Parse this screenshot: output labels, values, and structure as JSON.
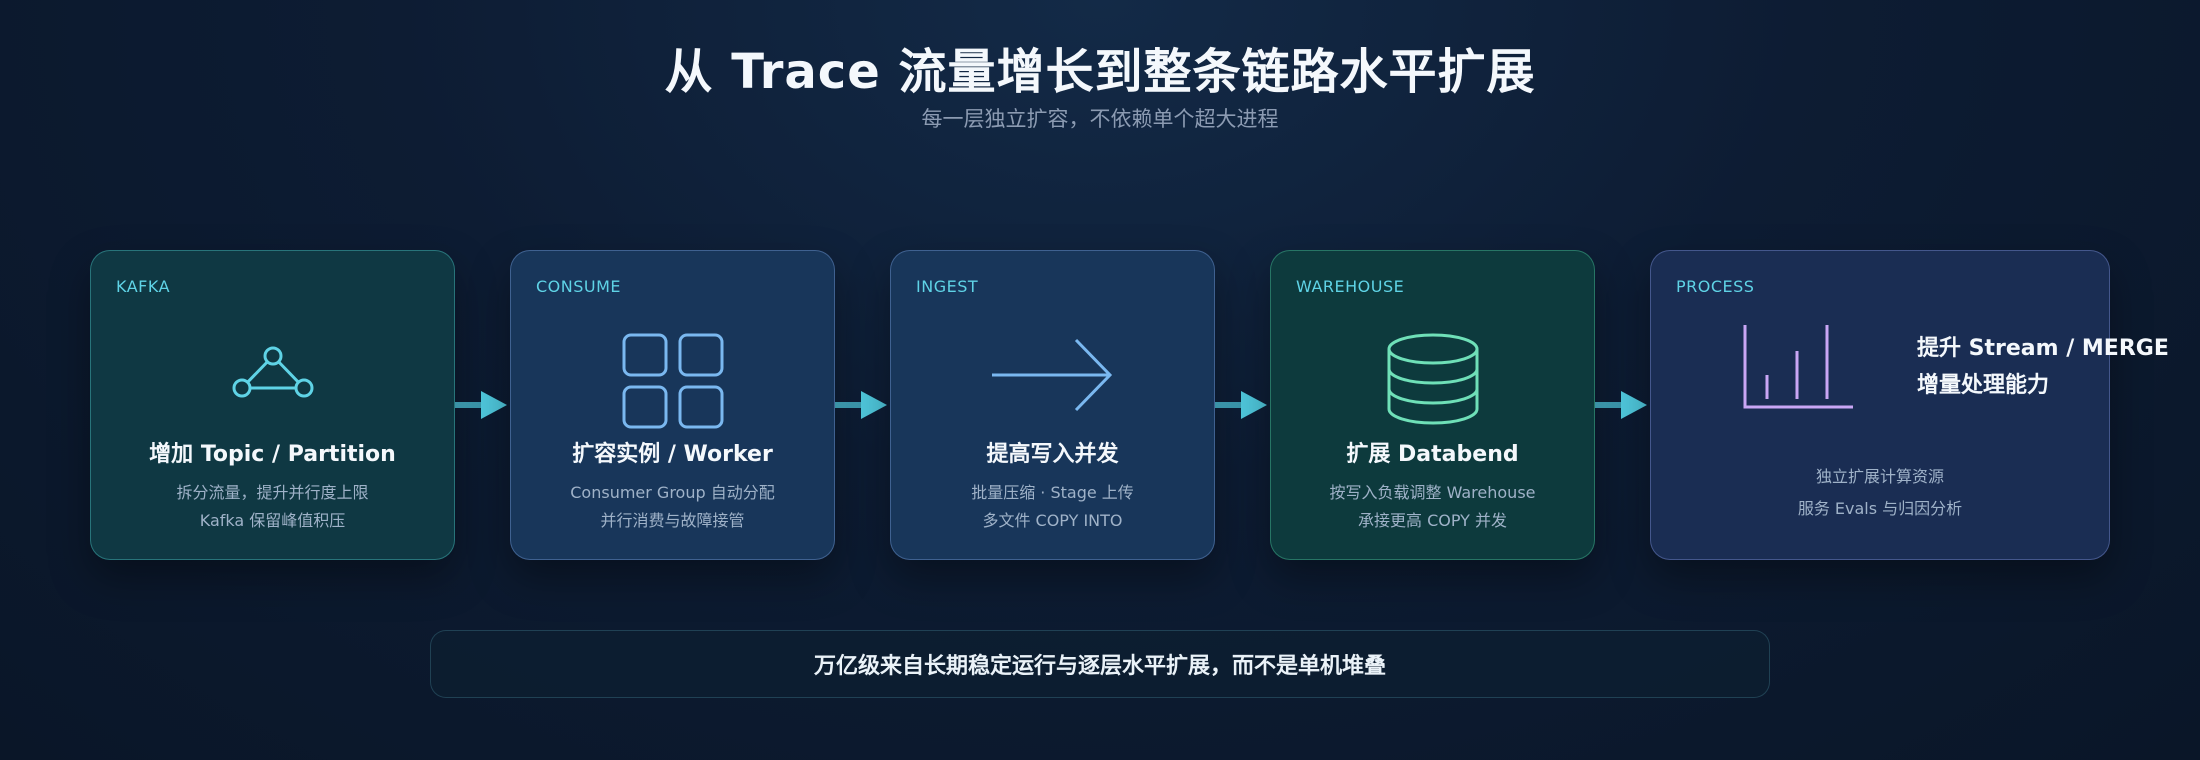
{
  "title": "从 Trace 流量增长到整条链路水平扩展",
  "subtitle": "每一层独立扩容，不依赖单个超大进程",
  "cards": [
    {
      "tag": "KAFKA",
      "icon": "triangle-nodes-icon",
      "title": "增加 Topic / Partition",
      "desc": [
        "拆分流量，提升并行度上限",
        "Kafka 保留峰值积压"
      ]
    },
    {
      "tag": "CONSUME",
      "icon": "grid-four-icon",
      "title": "扩容实例 / Worker",
      "desc": [
        "Consumer Group 自动分配",
        "并行消费与故障接管"
      ]
    },
    {
      "tag": "INGEST",
      "icon": "arrow-right-icon",
      "title": "提高写入并发",
      "desc": [
        "批量压缩 · Stage 上传",
        "多文件 COPY INTO"
      ]
    },
    {
      "tag": "WAREHOUSE",
      "icon": "database-icon",
      "title": "扩展 Databend",
      "desc": [
        "按写入负载调整 Warehouse",
        "承接更高 COPY 并发"
      ]
    },
    {
      "tag": "PROCESS",
      "icon": "bar-chart-icon",
      "title_lines": [
        "提升 Stream / MERGE",
        "增量处理能力"
      ],
      "desc": [
        "独立扩展计算资源",
        "服务 Evals 与归因分析"
      ]
    }
  ],
  "bottom_banner": "万亿级来自长期稳定运行与逐层水平扩展，而不是单机堆叠",
  "colors": {
    "accent_cyan": "#5fd3e6",
    "connector_arrow": "#4fc7dc",
    "icon_blue": "#7ab8f0",
    "icon_green": "#6fe0b8",
    "icon_purple": "#c9a6f5"
  }
}
